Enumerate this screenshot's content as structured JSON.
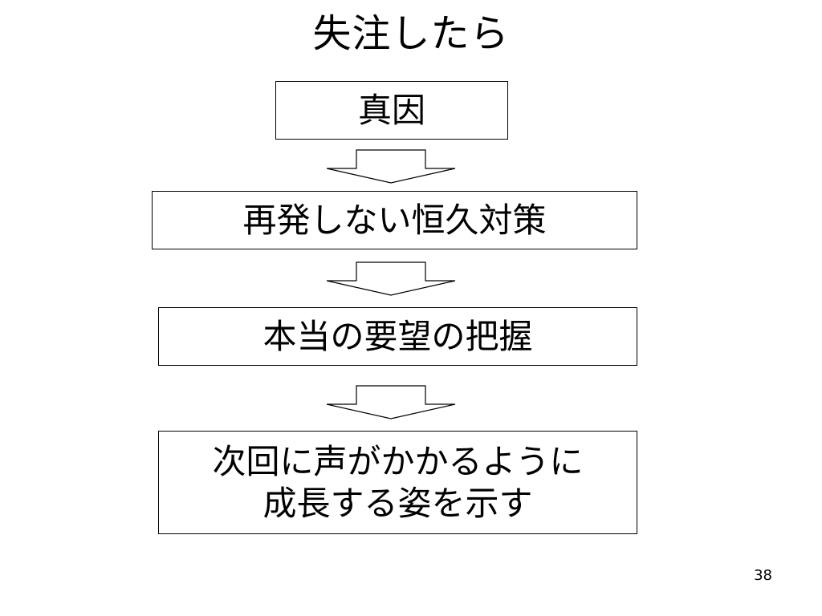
{
  "slide": {
    "title": "失注したら",
    "steps": [
      {
        "lines": [
          "真因"
        ]
      },
      {
        "lines": [
          "再発しない恒久対策"
        ]
      },
      {
        "lines": [
          "本当の要望の把握"
        ]
      },
      {
        "lines": [
          "次回に声がかかるように",
          "成長する姿を示す"
        ]
      }
    ],
    "page_number": "38"
  },
  "colors": {
    "background": "#ffffff",
    "stroke": "#000000",
    "text": "#000000"
  }
}
